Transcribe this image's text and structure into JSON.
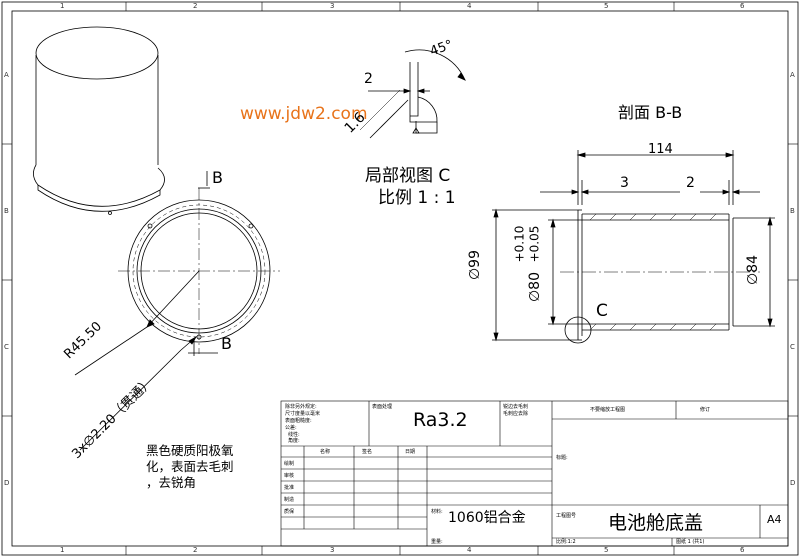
{
  "zones": {
    "top": [
      "1",
      "2",
      "3",
      "4",
      "5",
      "6"
    ],
    "bottom": [
      "1",
      "2",
      "3",
      "4",
      "5",
      "6"
    ],
    "left": [
      "A",
      "B",
      "C",
      "D"
    ],
    "right": [
      "A",
      "B",
      "C",
      "D"
    ]
  },
  "watermark": "www.jdw2.com",
  "detail_view": {
    "title": "局部视图 C",
    "scale": "比例 1 : 1",
    "dims": {
      "width": "2",
      "chamfer": "1.6",
      "angle": "45°"
    }
  },
  "section_view": {
    "title": "剖面 B-B",
    "dims": {
      "length": "114",
      "left_offset": "3",
      "right_offset": "2",
      "outer_dia": "∅99",
      "inner_dia": "∅80",
      "tol_upper": "+0.10",
      "tol_lower": "+0.05",
      "end_dia": "∅84"
    },
    "detail_label": "C"
  },
  "front_view": {
    "section_label_top": "B",
    "section_label_bottom": "B",
    "radius": "R45.50",
    "holes": "3x∅2.20（贯通）"
  },
  "notes": {
    "line1": "黑色硬质阳极氧",
    "line2": "化，表面去毛刺",
    "line3": "，去锐角"
  },
  "title_block": {
    "general_tolerance": "除非另外规定:",
    "tol_line2": "尺寸度量以毫米",
    "tol_line3": "表面粗糙度:",
    "tol_line4": "公差:",
    "tol_line5": "线性:",
    "tol_line6": "角度:",
    "finish_label": "表面处理",
    "finish": "Ra3.2",
    "deburr_label": "锐边去毛刺",
    "deburr_line2": "毛刺应去除",
    "do_not_scale": "不要缩放工程图",
    "revision": "修订",
    "col_name": "名称",
    "col_signature": "签名",
    "col_date": "日期",
    "row_draw": "绘制",
    "row_check": "审核",
    "row_approve": "批准",
    "row_mfg": "制造",
    "row_qa": "质保",
    "material_label": "材料:",
    "material": "1060铝合金",
    "weight_label": "重量:",
    "title_label": "标题:",
    "drawing_no_label": "工程图号",
    "drawing_name": "电池舱底盖",
    "size": "A4",
    "scale": "比例:1:2",
    "sheet": "图纸 1 (共1)"
  }
}
